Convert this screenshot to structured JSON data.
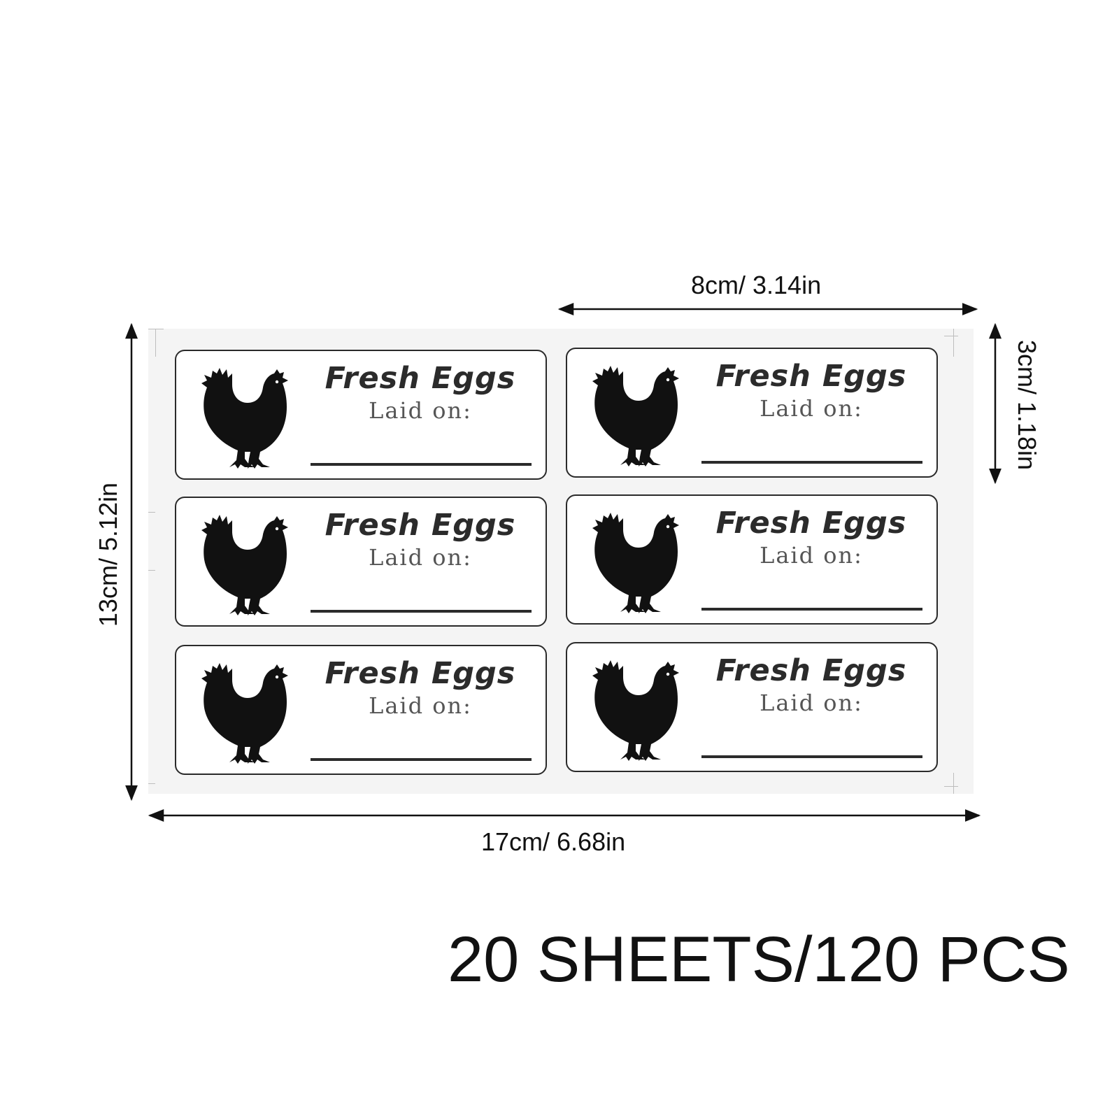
{
  "product": {
    "label_title": "Fresh Eggs",
    "label_subtitle": "Laid on:",
    "label_icon": "hen-icon",
    "label_count_per_sheet": 6
  },
  "dimensions": {
    "label_width": "8cm/ 3.14in",
    "label_height": "3cm/ 1.18in",
    "sheet_height": "13cm/ 5.12in",
    "sheet_width": "17cm/ 6.68in"
  },
  "caption": "20 SHEETS/120 PCS",
  "colors": {
    "ink": "#2b2b2b",
    "sheet": "#f4f4f4",
    "background": "#ffffff"
  }
}
